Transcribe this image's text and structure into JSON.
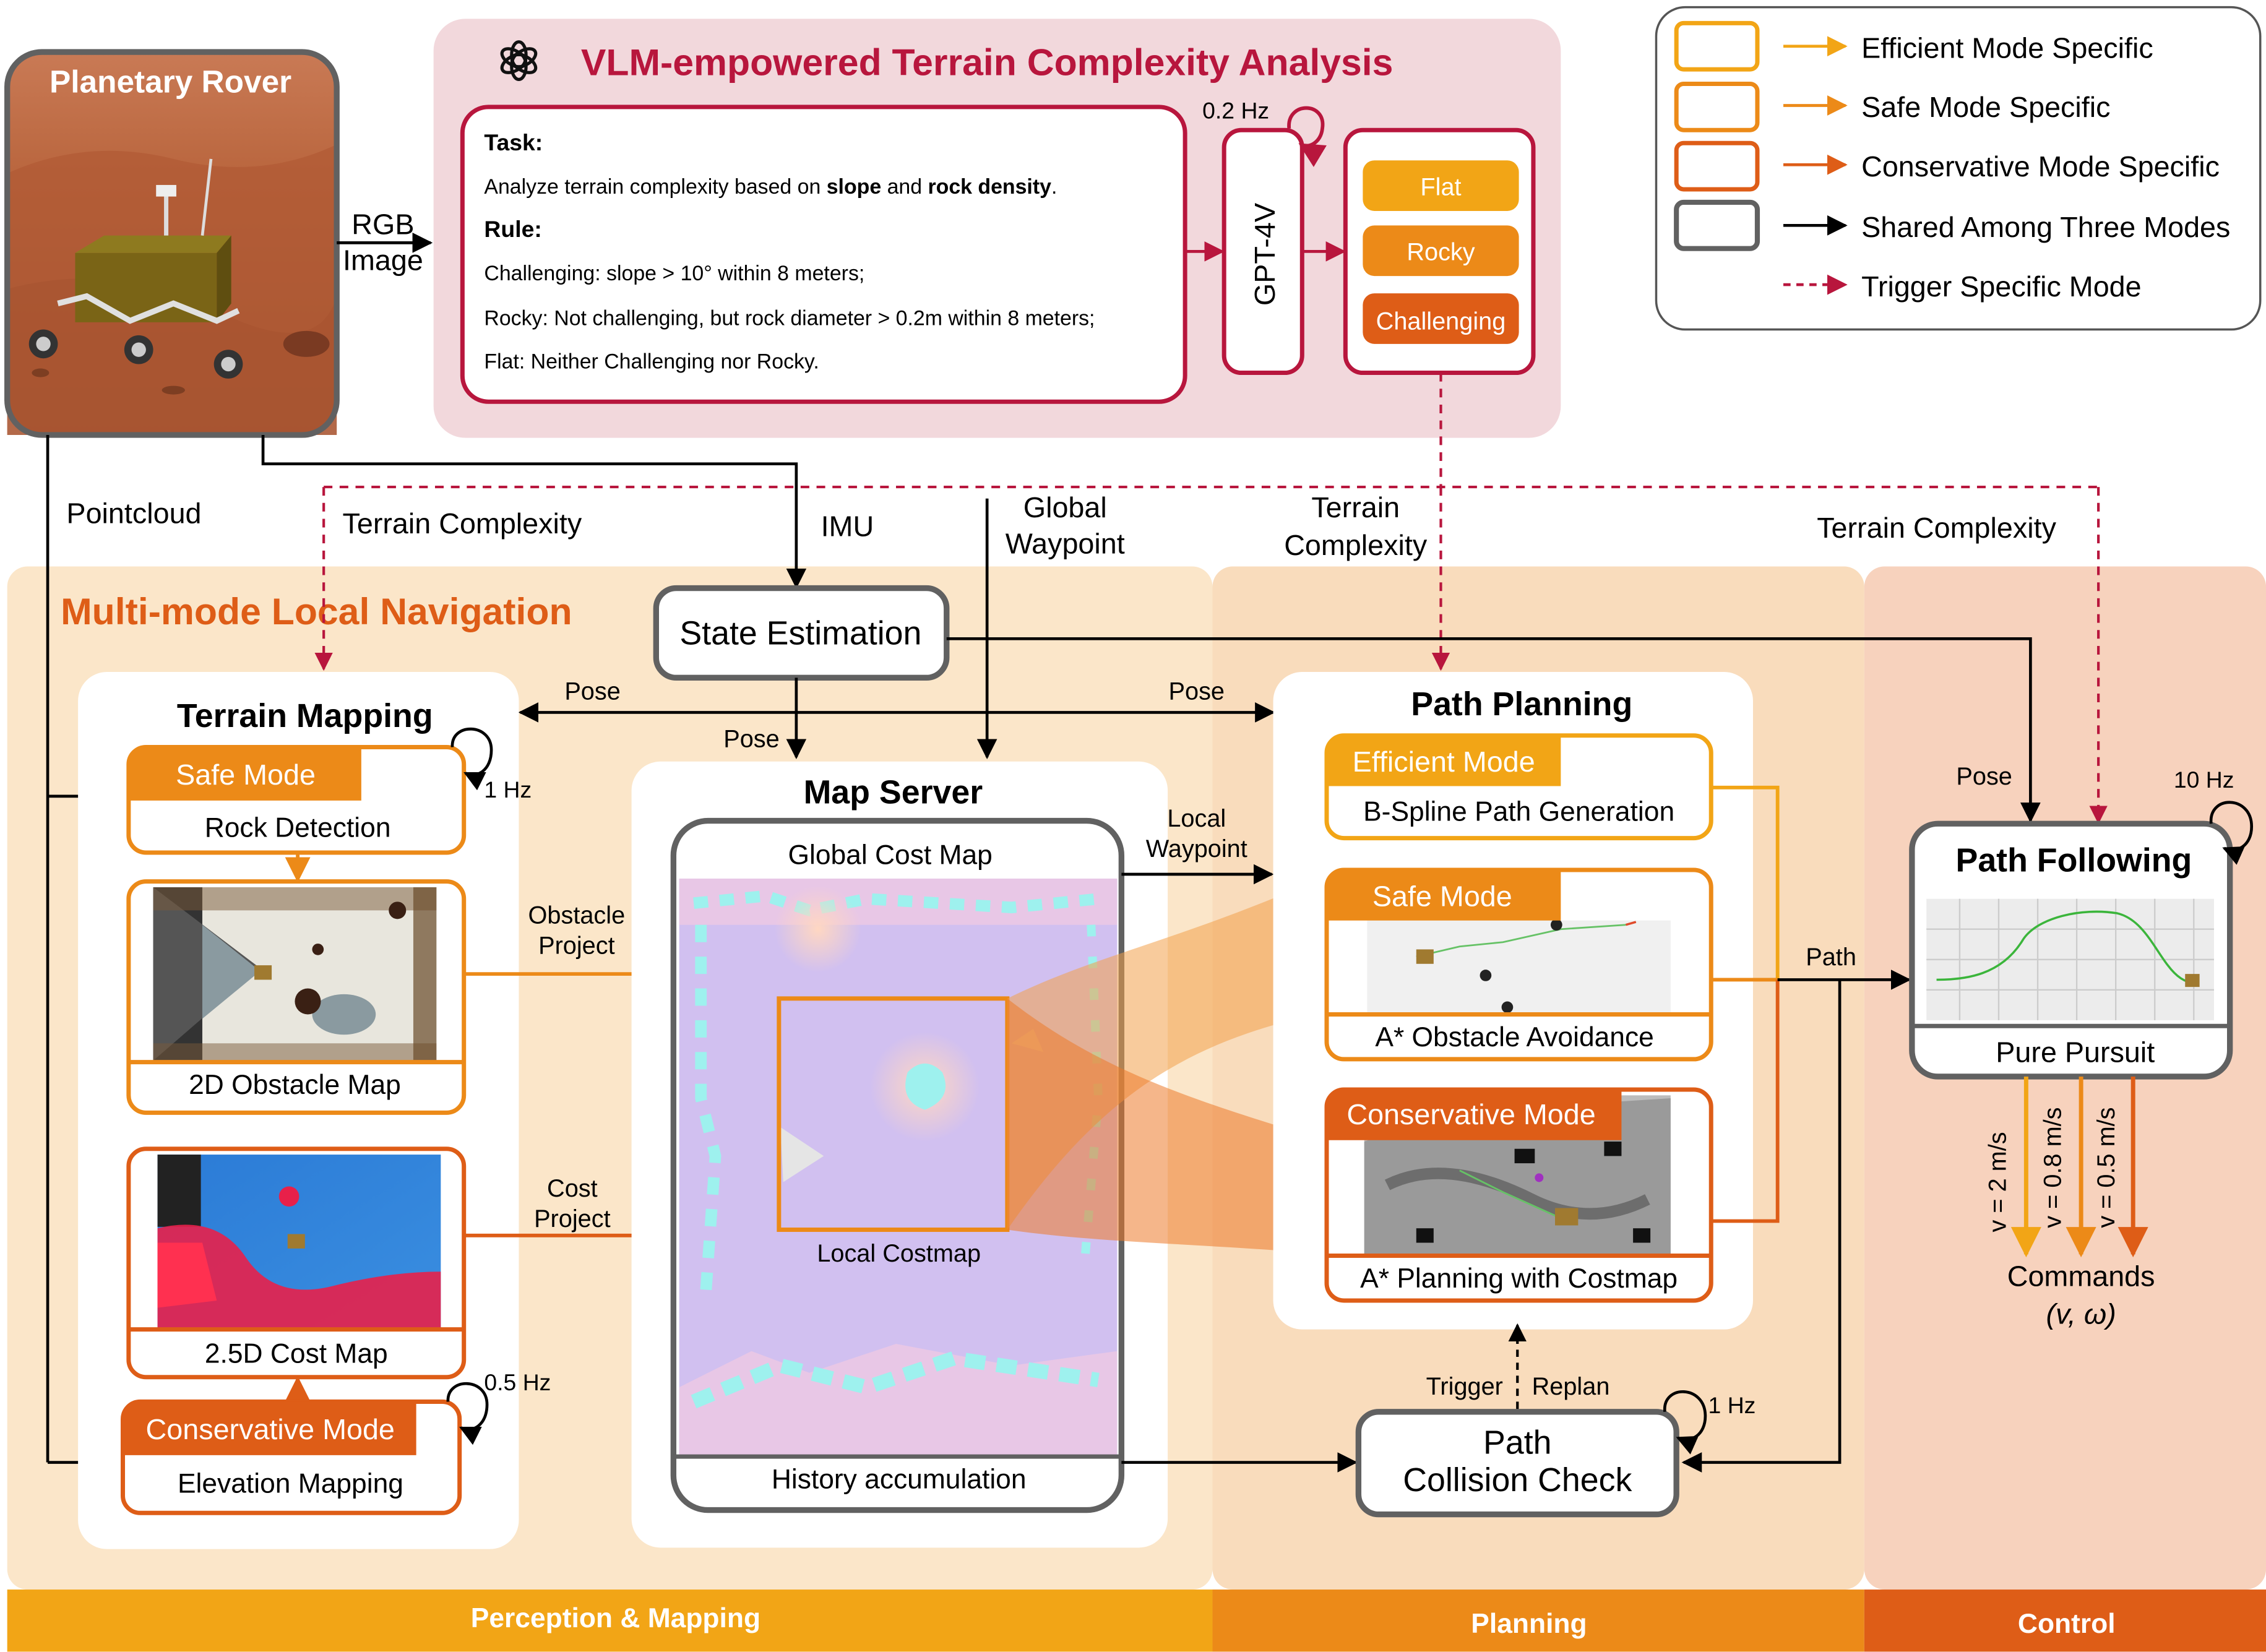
{
  "vlm": {
    "title": "VLM-empowered Terrain Complexity Analysis",
    "task_title": "Task:",
    "task_pre": "Analyze terrain complexity based on ",
    "task_b1": "slope",
    "task_mid": " and ",
    "task_b2": "rock density",
    "task_post": ".",
    "rule_title": "Rule:",
    "rule1": "Challenging: slope > 10° within 8 meters;",
    "rule2": "Rocky: Not challenging, but rock diameter > 0.2m within 8 meters;",
    "rule3": "Flat: Neither Challenging nor Rocky.",
    "model": "GPT-4V",
    "rate": "0.2 Hz",
    "out_flat": "Flat",
    "out_rocky": "Rocky",
    "out_challenging": "Challenging"
  },
  "rover": {
    "title": "Planetary Rover"
  },
  "legend": {
    "efficient": "Efficient Mode Specific",
    "safe": "Safe Mode Specific",
    "conservative": "Conservative Mode Specific",
    "shared": "Shared Among Three Modes",
    "trigger": "Trigger Specific Mode"
  },
  "edges": {
    "rgb1": "RGB",
    "rgb2": "Image",
    "pointcloud": "Pointcloud",
    "terrain_complexity_1": "Terrain Complexity",
    "imu": "IMU",
    "global_waypoint_1": "Global",
    "global_waypoint_2": "Waypoint",
    "terrain_complexity_2a": "Terrain",
    "terrain_complexity_2b": "Complexity",
    "terrain_complexity_3": "Terrain Complexity",
    "pose_left": "Pose",
    "pose_right": "Pose",
    "pose_down": "Pose",
    "pose_pf": "Pose",
    "local_waypoint_1": "Local",
    "local_waypoint_2": "Waypoint",
    "obstacle_project_1": "Obstacle",
    "obstacle_project_2": "Project",
    "cost_project_1": "Cost",
    "cost_project_2": "Project",
    "path": "Path",
    "trigger": "Trigger",
    "replan": "Replan"
  },
  "sections": {
    "multimode": "Multi-mode Local Navigation",
    "perception": "Perception & Mapping",
    "planning": "Planning",
    "control": "Control"
  },
  "state_estimation": "State Estimation",
  "terrain_mapping": {
    "title": "Terrain Mapping",
    "safe_mode": "Safe Mode",
    "rock_detection": "Rock Detection",
    "rate1": "1 Hz",
    "obstacle_map": "2D Obstacle Map",
    "cost_map": "2.5D Cost Map",
    "conservative_mode": "Conservative Mode",
    "elevation_mapping": "Elevation Mapping",
    "rate2": "0.5 Hz"
  },
  "map_server": {
    "title": "Map Server",
    "global_cost_map": "Global Cost Map",
    "local_costmap": "Local Costmap",
    "history": "History accumulation"
  },
  "path_planning": {
    "title": "Path Planning",
    "efficient_mode": "Efficient Mode",
    "bspline": "B-Spline Path Generation",
    "safe_mode": "Safe Mode",
    "astar_obstacle": "A* Obstacle Avoidance",
    "conservative_mode": "Conservative Mode",
    "astar_costmap": "A* Planning with Costmap"
  },
  "collision": {
    "line1": "Path",
    "line2": "Collision Check",
    "rate": "1 Hz"
  },
  "path_following": {
    "title": "Path Following",
    "pure_pursuit": "Pure Pursuit",
    "rate": "10 Hz",
    "v1": "v = 2 m/s",
    "v2": "v = 0.8 m/s",
    "v3": "v = 0.5 m/s",
    "commands": "Commands",
    "commands_sub": "(v, ω)"
  },
  "colors": {
    "efficient": "#f2a516",
    "safe": "#ec8a18",
    "conservative": "#de5d17",
    "shared": "#000000",
    "trigger": "#b8163d",
    "vlm_bg": "#f2d8dc",
    "perception_bg": "#fbe6c9",
    "planning_bg": "#f9dcbc",
    "control_bg": "#f7d2bd"
  }
}
